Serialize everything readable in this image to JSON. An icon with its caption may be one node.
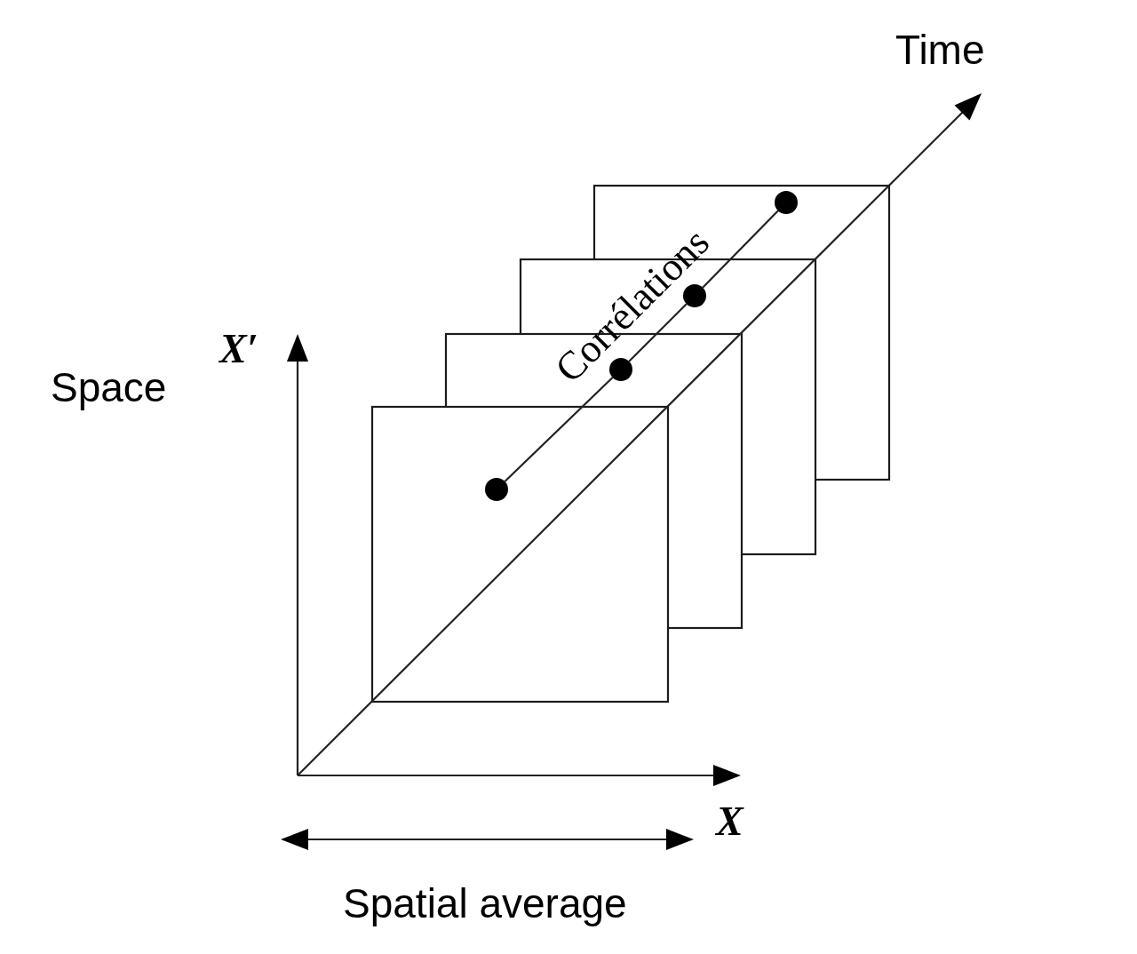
{
  "diagram": {
    "nodes": [
      {
        "text": [],
        "shape": "circle"
      },
      {
        "text": [],
        "shape": "circle"
      },
      {
        "text": [],
        "shape": "circle"
      },
      {
        "text": [],
        "shape": "circle"
      }
    ],
    "edges": [
      {
        "from": 0,
        "to": 1,
        "arrow": "none"
      },
      {
        "from": 1,
        "to": 2,
        "arrow": "none"
      },
      {
        "from": 2,
        "to": 3,
        "arrow": "none"
      }
    ],
    "labels": [
      "Time",
      "Corrélations",
      "X′",
      "Space",
      "X",
      "Spatial average"
    ]
  }
}
